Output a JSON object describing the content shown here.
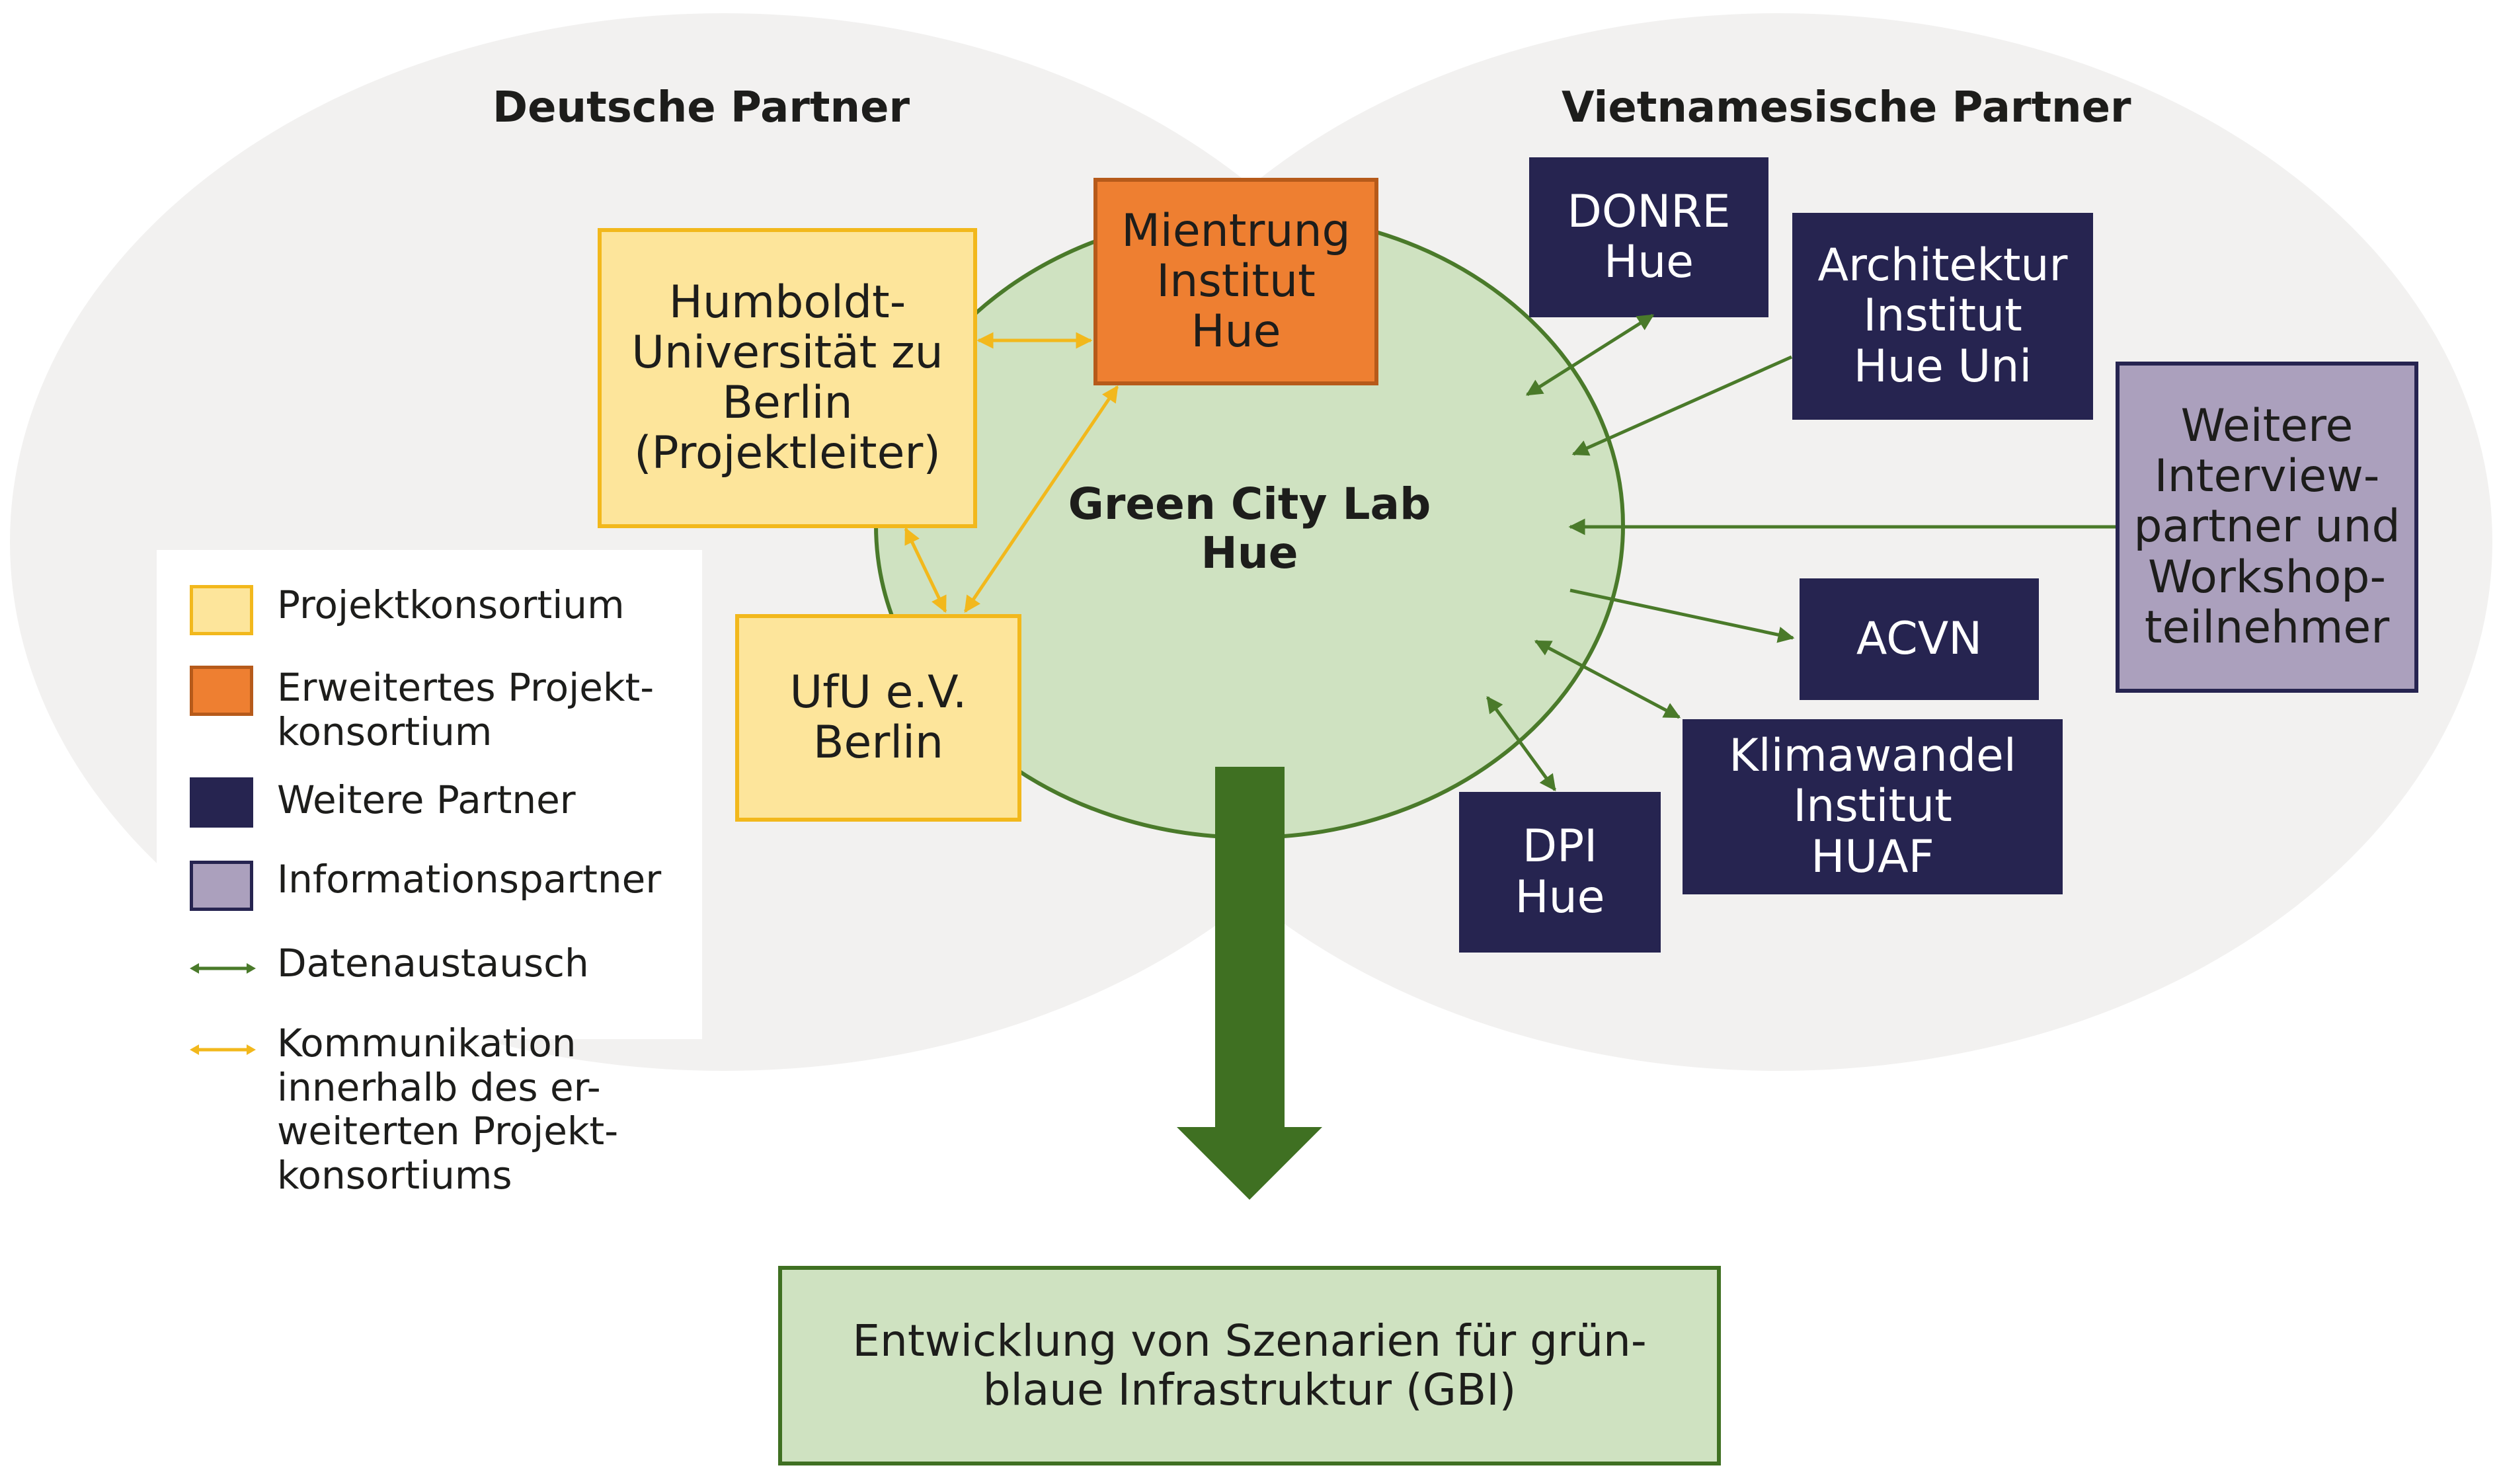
{
  "headers": {
    "german": "Deutsche Partner",
    "vietnamese": "Vietnamesische Partner"
  },
  "center": {
    "lines": [
      "Green City Lab",
      "Hue"
    ]
  },
  "nodes": {
    "humboldt": [
      "Humboldt-",
      "Universität zu",
      "Berlin",
      "(Projektleiter)"
    ],
    "mientrung": [
      "Mientrung",
      "Institut",
      "Hue"
    ],
    "ufu": [
      "UfU e.V.",
      "Berlin"
    ],
    "donre": [
      "DONRE",
      "Hue"
    ],
    "architektur": [
      "Architektur",
      "Institut",
      "Hue Uni"
    ],
    "weitere": [
      "Weitere",
      "Interview-",
      "partner und",
      "Workshop-",
      "teilnehmer"
    ],
    "acvn": [
      "ACVN"
    ],
    "klimawandel": [
      "Klimawandel",
      "Institut",
      "HUAF"
    ],
    "dpi": [
      "DPI",
      "Hue"
    ]
  },
  "outcome": [
    "Entwicklung von Szenarien für grün-",
    "blaue Infrastruktur (GBI)"
  ],
  "legend": {
    "projektkonsortium": [
      "Projektkonsortium"
    ],
    "erweitertes": [
      "Erweitertes Projekt-",
      "konsortium"
    ],
    "weitere_partner": [
      "Weitere Partner"
    ],
    "informationspartner": [
      "Informationspartner"
    ],
    "datenaustausch": [
      "Datenaustausch"
    ],
    "kommunikation": [
      "Kommunikation",
      "innerhalb des er-",
      "weiterten Projekt-",
      "konsortiums"
    ]
  },
  "colors": {
    "background_ellipse": "#f2f1f0",
    "lab_fill": "#cfe2c1",
    "lab_stroke": "#4a7a2a",
    "konsortium_fill": "#fde59b",
    "konsortium_stroke": "#f2b81c",
    "erweitert_fill": "#ee7f31",
    "erweitert_stroke": "#b65a1a",
    "partner_fill": "#262450",
    "info_fill": "#aba0bd",
    "info_stroke": "#262450",
    "data_arrow": "#4a7a2a",
    "comm_arrow": "#f2b81c",
    "big_arrow": "#3f7022"
  }
}
